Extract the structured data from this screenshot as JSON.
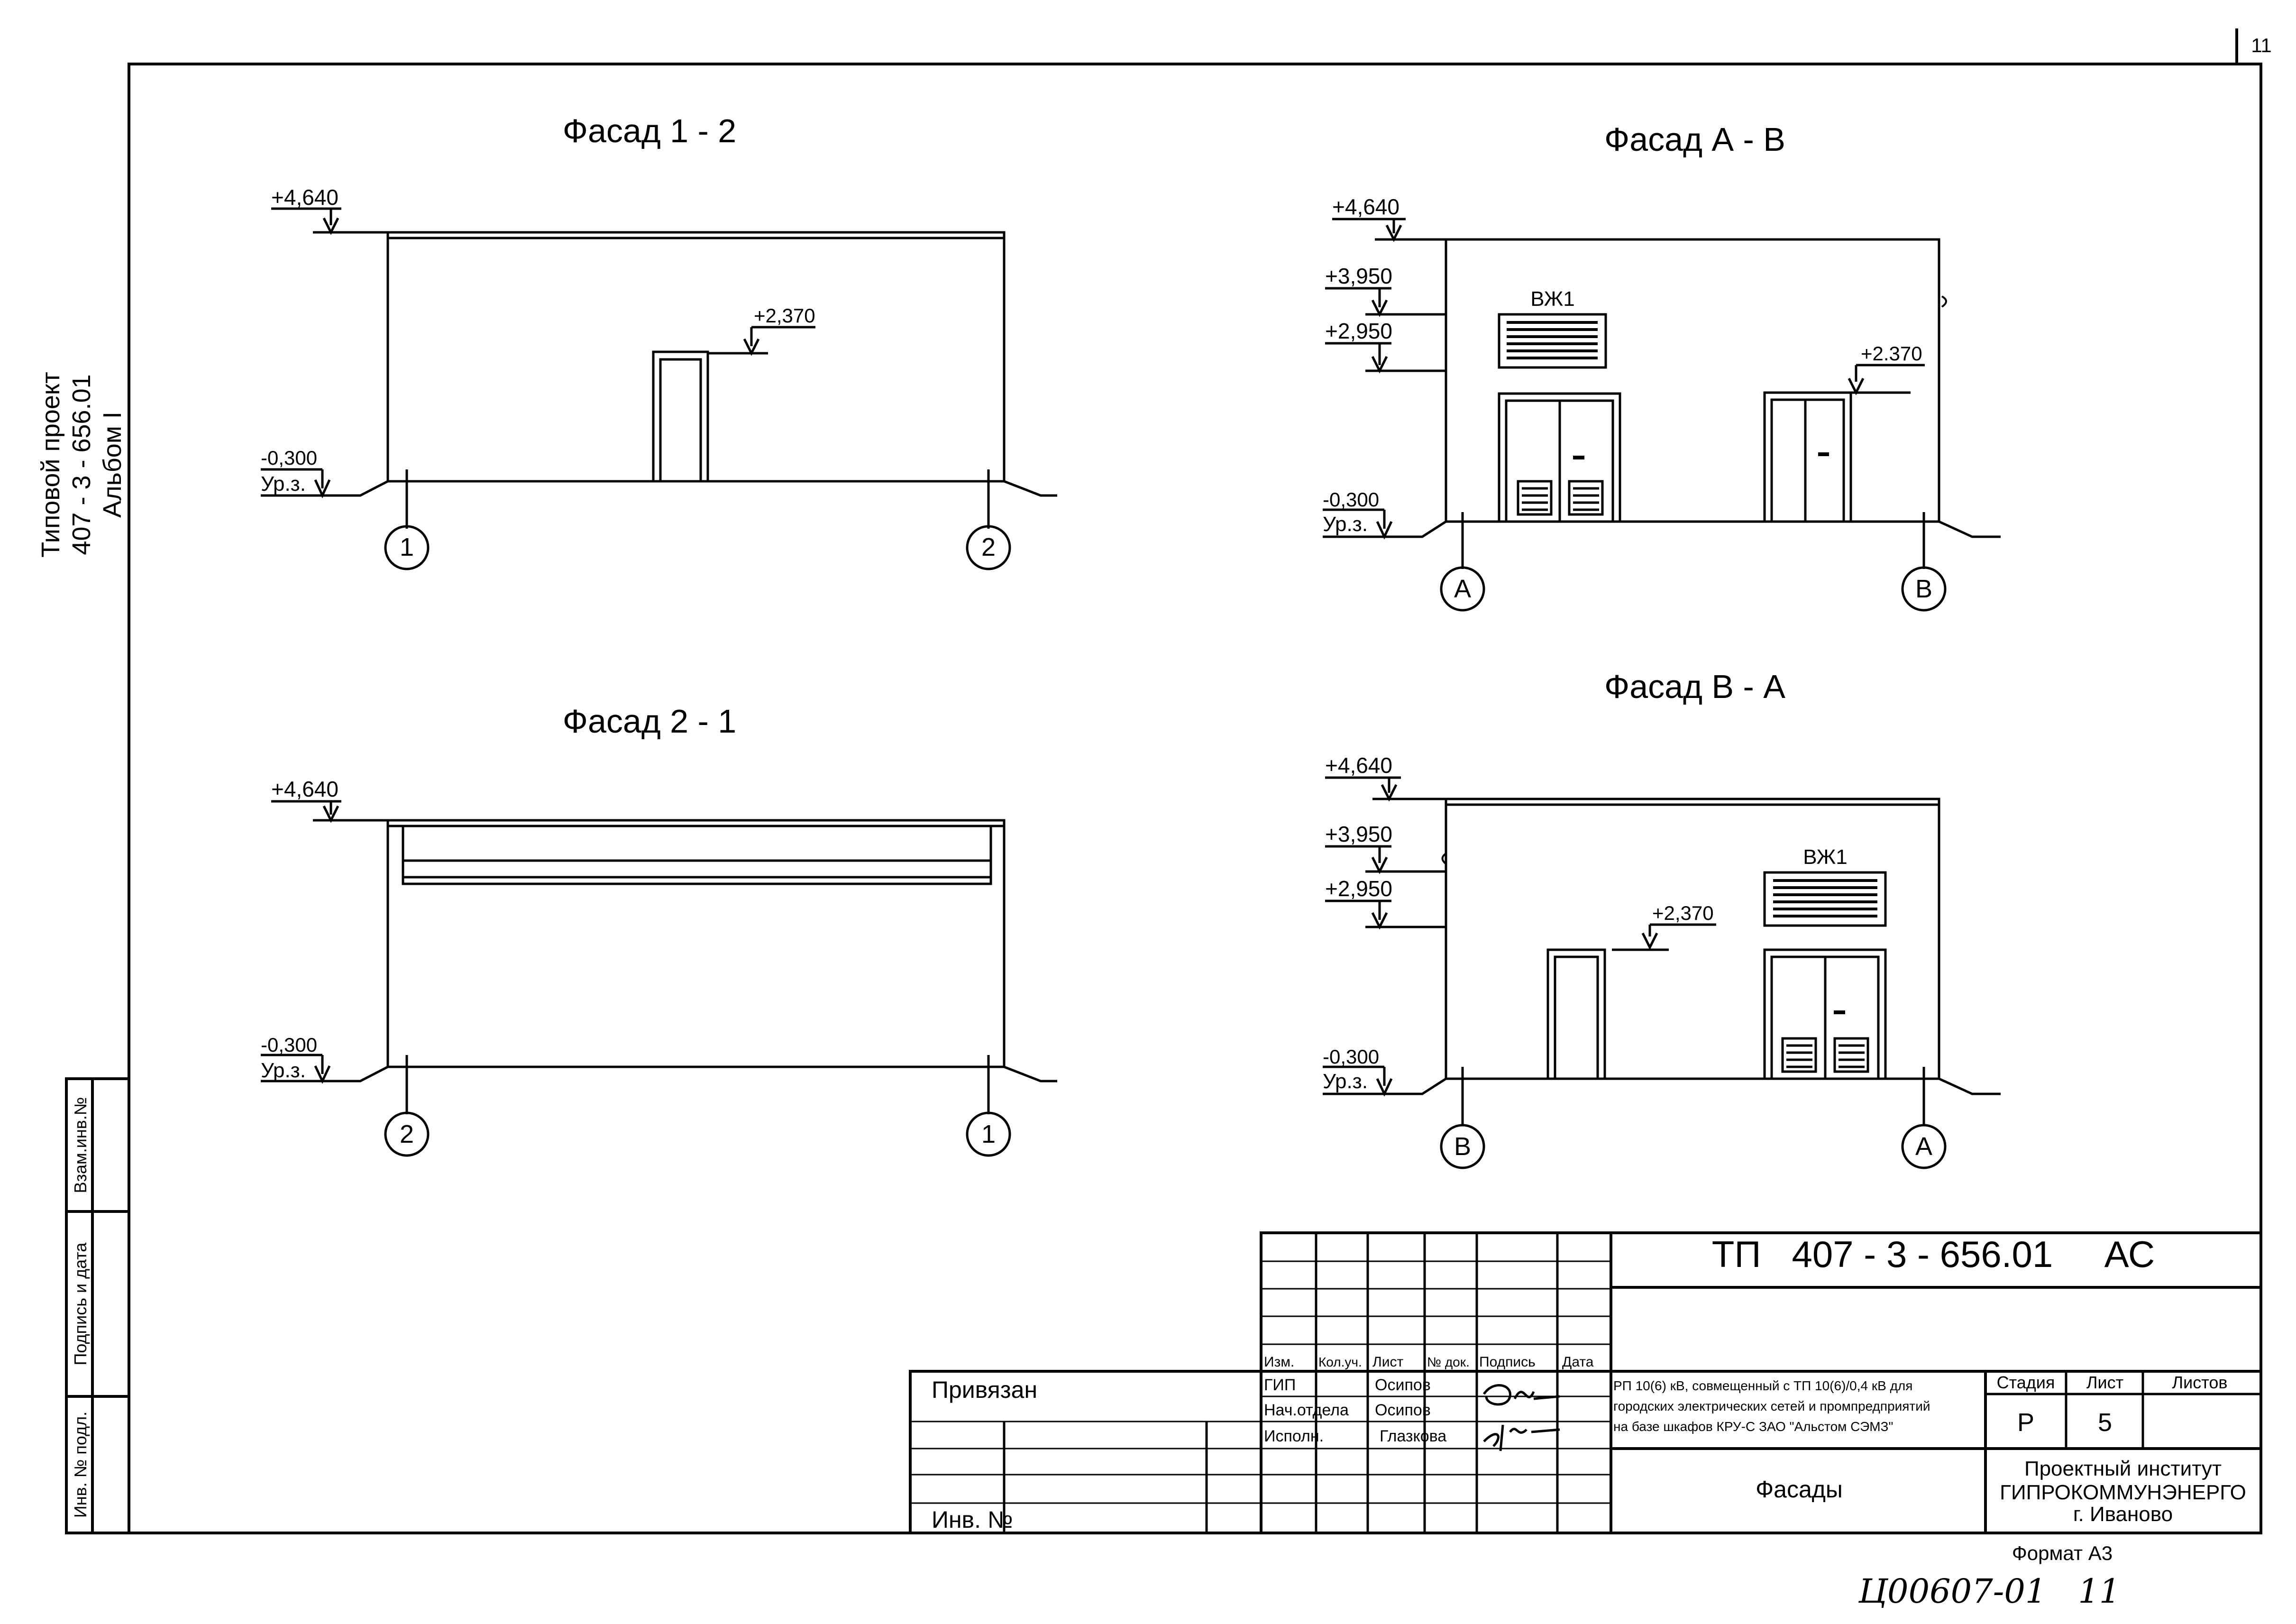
{
  "sheet_number": "11",
  "side_label": {
    "line1": "Типовой проект",
    "line2": "407 - 3 - 656.01",
    "line3": "Альбом I"
  },
  "side_stamps": {
    "zam": "Взам.инв.№",
    "podp": "Подпись и дата",
    "inv": "Инв. № подл."
  },
  "facade_12": {
    "title": "Фасад 1 - 2",
    "mark_top": "+4,640",
    "mark_door": "+2,370",
    "mark_ground": "-0,300",
    "ground_label": "Ур.з.",
    "axis_left": "1",
    "axis_right": "2"
  },
  "facade_21": {
    "title": "Фасад 2 - 1",
    "mark_top": "+4,640",
    "mark_ground": "-0,300",
    "ground_label": "Ур.з.",
    "axis_left": "2",
    "axis_right": "1"
  },
  "facade_ab": {
    "title": "Фасад А - В",
    "mark_top": "+4,640",
    "mark_395": "+3,950",
    "mark_295": "+2,950",
    "mark_door": "+2.370",
    "mark_ground": "-0,300",
    "ground_label": "Ур.з.",
    "grille": "ВЖ1",
    "axis_left": "А",
    "axis_right": "В"
  },
  "facade_ba": {
    "title": "Фасад В - А",
    "mark_top": "+4,640",
    "mark_395": "+3,950",
    "mark_295": "+2,950",
    "mark_door": "+2,370",
    "mark_ground": "-0,300",
    "ground_label": "Ур.з.",
    "grille": "ВЖ1",
    "axis_left": "В",
    "axis_right": "А"
  },
  "title_block": {
    "code": "ТП   407 - 3 - 656.01     АС",
    "headers": [
      "Изм.",
      "Кол.уч.",
      "Лист",
      "№ док.",
      "Подпись",
      "Дата"
    ],
    "roles": [
      {
        "role": "ГИП",
        "name": "Осипов"
      },
      {
        "role": "Нач.отдела",
        "name": "Осипов"
      },
      {
        "role": "Исполн.",
        "name": "Глазкова"
      }
    ],
    "privyazan": "Привязан",
    "inv_no": "Инв. №",
    "description": [
      "РП 10(6) кВ, совмещенный с ТП 10(6)/0,4 кВ для",
      "городских электрических сетей  и промпредприятий",
      "на базе шкафов КРУ-С ЗАО \"Альстом СЭМЗ\""
    ],
    "stage_header": "Стадия",
    "sheet_header": "Лист",
    "sheets_header": "Листов",
    "stage": "Р",
    "sheet": "5",
    "drawing_name": "Фасады",
    "org": [
      "Проектный институт",
      "ГИПРОКОММУНЭНЕРГО",
      "г. Иваново"
    ],
    "format": "Формат А3",
    "handwritten": "Ц00607-01   11"
  }
}
